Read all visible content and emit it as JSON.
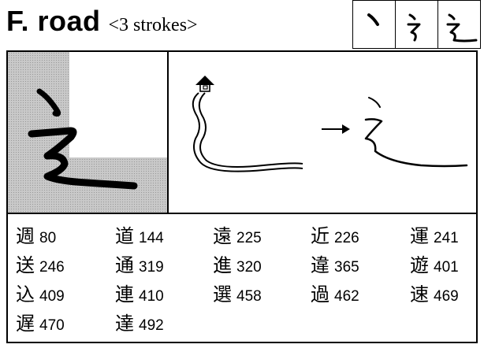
{
  "header": {
    "title": "F. road",
    "subtitle": "<3 strokes>",
    "stroke_steps": [
      {
        "label": "stroke-1",
        "icon": "dot-stroke-icon"
      },
      {
        "label": "stroke-2",
        "icon": "zigzag-stroke-icon"
      },
      {
        "label": "stroke-3",
        "icon": "full-radical-icon"
      }
    ]
  },
  "illustration": {
    "left": "large-road-radical-icon",
    "right": "winding-road-with-house-icon"
  },
  "characters": [
    {
      "kanji": "週",
      "number": "80"
    },
    {
      "kanji": "道",
      "number": "144"
    },
    {
      "kanji": "遠",
      "number": "225"
    },
    {
      "kanji": "近",
      "number": "226"
    },
    {
      "kanji": "運",
      "number": "241"
    },
    {
      "kanji": "送",
      "number": "246"
    },
    {
      "kanji": "通",
      "number": "319"
    },
    {
      "kanji": "進",
      "number": "320"
    },
    {
      "kanji": "違",
      "number": "365"
    },
    {
      "kanji": "遊",
      "number": "401"
    },
    {
      "kanji": "込",
      "number": "409"
    },
    {
      "kanji": "連",
      "number": "410"
    },
    {
      "kanji": "選",
      "number": "458"
    },
    {
      "kanji": "過",
      "number": "462"
    },
    {
      "kanji": "速",
      "number": "469"
    },
    {
      "kanji": "遅",
      "number": "470"
    },
    {
      "kanji": "達",
      "number": "492"
    }
  ]
}
